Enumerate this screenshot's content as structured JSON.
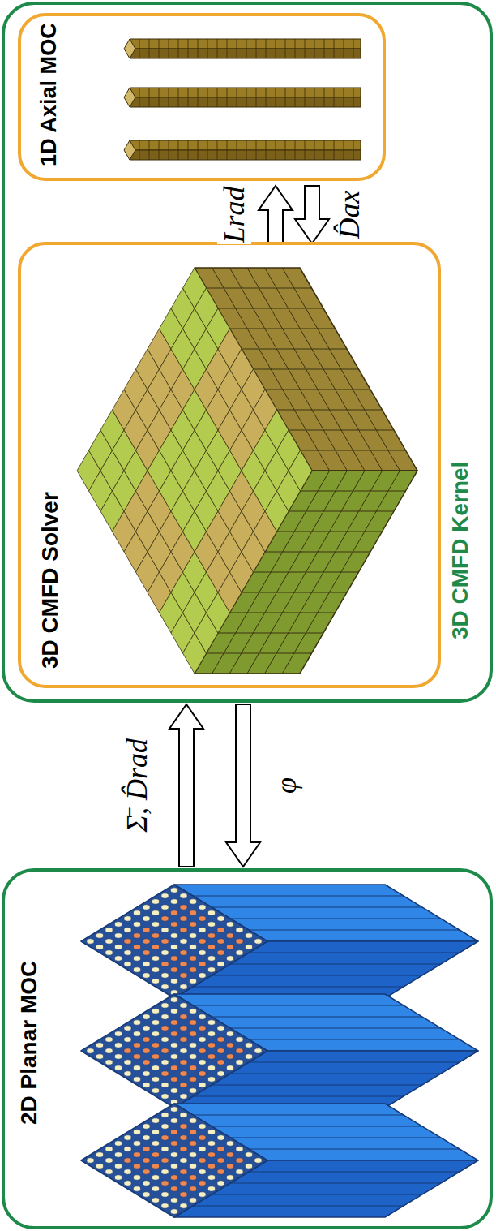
{
  "diagram": {
    "nodes": [
      {
        "text": [
          "2D Planar MOC"
        ]
      },
      {
        "text": [
          "3D CMFD Kernel"
        ]
      },
      {
        "text": [
          "3D CMFD Solver"
        ],
        "in": 1
      },
      {
        "text": [
          "1D Axial MOC"
        ],
        "in": 1
      }
    ],
    "edges": [
      {
        "from": 0,
        "to": 1,
        "arrow": "to",
        "label": "Σ̄, D̂rad"
      },
      {
        "from": 1,
        "to": 0,
        "arrow": "to",
        "label": "φ"
      },
      {
        "from": 2,
        "to": 3,
        "arrow": "to",
        "label": "Lrad"
      },
      {
        "from": 3,
        "to": 2,
        "arrow": "to",
        "label": "D̂ax"
      }
    ]
  }
}
